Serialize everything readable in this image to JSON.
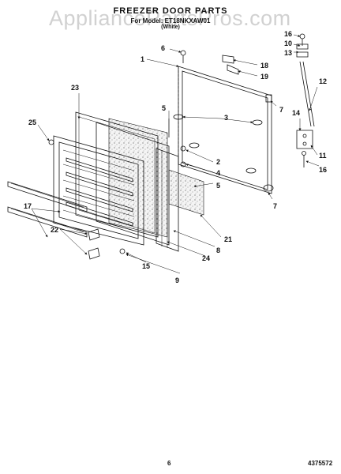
{
  "header": {
    "title": "FREEZER DOOR PARTS",
    "model_line": "For Model: ET18NKXAW01",
    "color_line": "(White)"
  },
  "watermark": "AppliancePartsPros.com",
  "footer": {
    "page": "6",
    "doc_number": "4375572"
  },
  "callouts": {
    "c1": "1",
    "c2": "2",
    "c3": "3",
    "c4": "4",
    "c5a": "5",
    "c5b": "5",
    "c6": "6",
    "c7a": "7",
    "c7b": "7",
    "c8": "8",
    "c9": "9",
    "c10": "10",
    "c11": "11",
    "c12": "12",
    "c13": "13",
    "c14": "14",
    "c15": "15",
    "c16a": "16",
    "c16b": "16",
    "c17": "17",
    "c18": "18",
    "c19": "19",
    "c21": "21",
    "c22": "22",
    "c23": "23",
    "c24": "24",
    "c25": "25"
  }
}
